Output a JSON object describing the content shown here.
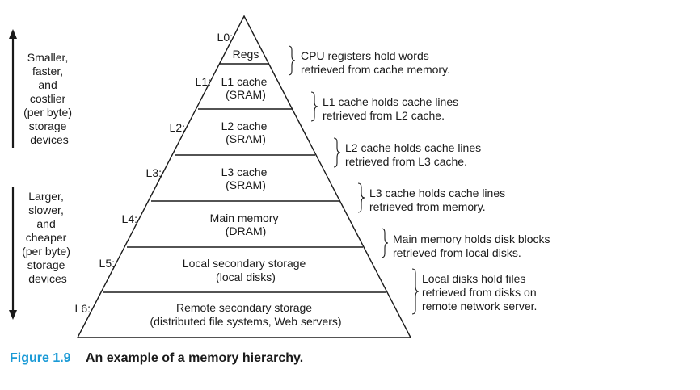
{
  "left_top": {
    "lines": [
      "Smaller,",
      "faster,",
      "and",
      "costlier",
      "(per byte)",
      "storage",
      "devices"
    ]
  },
  "left_bottom": {
    "lines": [
      "Larger,",
      "slower,",
      "and",
      "cheaper",
      "(per byte)",
      "storage",
      "devices"
    ]
  },
  "levels": [
    {
      "tag": "L0:",
      "lines": [
        "Regs"
      ]
    },
    {
      "tag": "L1:",
      "lines": [
        "L1 cache",
        "(SRAM)"
      ]
    },
    {
      "tag": "L2:",
      "lines": [
        "L2 cache",
        "(SRAM)"
      ]
    },
    {
      "tag": "L3:",
      "lines": [
        "L3 cache",
        "(SRAM)"
      ]
    },
    {
      "tag": "L4:",
      "lines": [
        "Main memory",
        "(DRAM)"
      ]
    },
    {
      "tag": "L5:",
      "lines": [
        "Local secondary storage",
        "(local disks)"
      ]
    },
    {
      "tag": "L6:",
      "lines": [
        "Remote secondary storage",
        "(distributed file systems, Web servers)"
      ]
    }
  ],
  "notes": [
    {
      "lines": [
        "CPU registers hold words",
        "retrieved from cache memory."
      ]
    },
    {
      "lines": [
        "L1 cache holds cache lines",
        "retrieved from L2 cache."
      ]
    },
    {
      "lines": [
        "L2 cache holds cache lines",
        "retrieved from L3 cache."
      ]
    },
    {
      "lines": [
        "L3 cache holds cache lines",
        "retrieved from memory."
      ]
    },
    {
      "lines": [
        "Main memory holds disk blocks",
        "retrieved from local disks."
      ]
    },
    {
      "lines": [
        "Local disks hold files",
        "retrieved from disks on",
        "remote network server."
      ]
    }
  ],
  "caption": {
    "figure": "Figure 1.9",
    "text": "An example of a memory hierarchy."
  },
  "colors": {
    "caption_accent": "#1a9ad6",
    "ink": "#1a1a1a"
  }
}
